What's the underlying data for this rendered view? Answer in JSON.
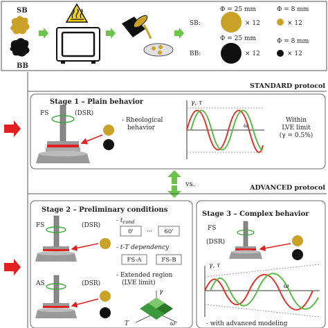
{
  "top": {
    "sb_label": "SB",
    "bb_label": "BB",
    "sb": {
      "prefix": "SB:",
      "phi_large": "Φ = 25 mm",
      "mult_large": "× 12",
      "phi_small": "Φ = 8 mm",
      "mult_small": "× 12"
    },
    "bb": {
      "prefix": "BB:",
      "phi_large": "Φ = 25 mm",
      "mult_large": "× 12",
      "phi_small": "Φ = 8 mm",
      "mult_small": "× 12"
    }
  },
  "standard": {
    "header": "STANDARD protocol",
    "stage_title": "Stage 1 – Plain behavior",
    "fs": "FS",
    "dsr": "(DSR)",
    "bullet": "- Rheological",
    "bullet2": "behavior",
    "axis_y": "γ, τ",
    "axis_x": "ω",
    "within1": "Within",
    "within2": "LVE limit",
    "within3": "(γ = 0.5%)"
  },
  "vs_label": "vs.",
  "advanced": {
    "header": "ADVANCED protocol",
    "stage2": {
      "title": "Stage 2 – Preliminary conditions",
      "fs": "FS",
      "as": "AS",
      "dsr1": "(DSR)",
      "dsr2": "(DSR)",
      "tcond": "- t",
      "tcond_sub": "cond",
      "box_a": "0'",
      "dots": "···",
      "box_b": "60'",
      "ttdep": "- t-T dependency",
      "fsa": "FS-A",
      "fsb": "FS-B",
      "ext1": "- Extended region",
      "ext2": "(LVE limit)",
      "surf_gamma": "γ",
      "surf_T": "T",
      "surf_omega": "ω"
    },
    "stage3": {
      "title": "Stage 3 – Complex behavior",
      "fs": "FS",
      "dsr": "(DSR)",
      "axis_y": "γ, τ",
      "axis_x": "ω",
      "note": "- with advanced modeling"
    }
  },
  "colors": {
    "sb": "#c9a227",
    "bb": "#111111",
    "arrow_green": "#6cc24a",
    "arrow_red": "#e02020",
    "curve_green": "#58b947",
    "curve_red": "#e0312b"
  }
}
